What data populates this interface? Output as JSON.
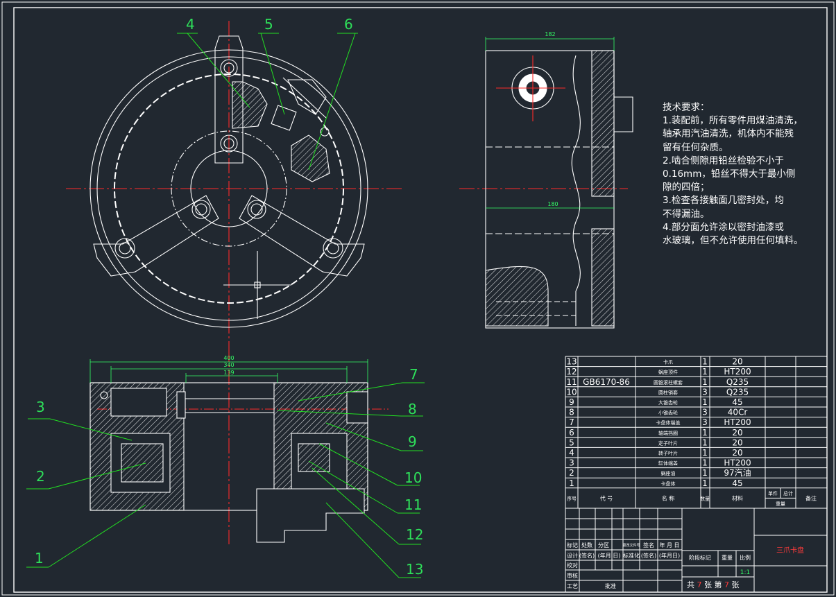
{
  "balloons": {
    "top": [
      "4",
      "5",
      "6"
    ],
    "bottom_left": [
      "3",
      "2",
      "1"
    ],
    "bottom_right": [
      "7",
      "8",
      "9",
      "10",
      "11",
      "12",
      "13"
    ]
  },
  "dimensions": {
    "side_top": "182",
    "side_mid": "180",
    "front_outer": "400",
    "front_mid": "340",
    "front_inner": "139"
  },
  "tech_requirements": {
    "title": "技术要求：",
    "lines": [
      "1.装配前，所有零件用煤油清洗，",
      "轴承用汽油清洗，机体内不能残",
      "留有任何杂质。",
      "2.啮合侧隙用铅丝检验不小于",
      "0.16mm，铅丝不得大于最小侧",
      "隙的四倍；",
      "3.检查各接触面几密封处，均",
      "不得漏油。",
      "4.部分面允许涂以密封油漆或",
      "水玻璃，但不允许使用任何填料。"
    ]
  },
  "bom": {
    "rows": [
      {
        "no": "13",
        "code": "",
        "name": "卡爪",
        "qty": "1",
        "material": "20"
      },
      {
        "no": "12",
        "code": "",
        "name": "蜗座顶件",
        "qty": "1",
        "material": "HT200"
      },
      {
        "no": "11",
        "code": "GB6170-86",
        "name": "圆锥滚柱螺套",
        "qty": "1",
        "material": "Q235"
      },
      {
        "no": "10",
        "code": "",
        "name": "圆柱销套",
        "qty": "3",
        "material": "Q235"
      },
      {
        "no": "9",
        "code": "",
        "name": "大锥齿轮",
        "qty": "1",
        "material": "45"
      },
      {
        "no": "8",
        "code": "",
        "name": "小锥齿轮",
        "qty": "3",
        "material": "40Cr"
      },
      {
        "no": "7",
        "code": "",
        "name": "卡盘体端盖",
        "qty": "3",
        "material": "HT200"
      },
      {
        "no": "6",
        "code": "",
        "name": "轴端挡圈",
        "qty": "1",
        "material": "20"
      },
      {
        "no": "5",
        "code": "",
        "name": "定子叶片",
        "qty": "1",
        "material": "20"
      },
      {
        "no": "4",
        "code": "",
        "name": "转子叶片",
        "qty": "1",
        "material": "20"
      },
      {
        "no": "3",
        "code": "",
        "name": "缸体端盖",
        "qty": "1",
        "material": "HT200"
      },
      {
        "no": "2",
        "code": "",
        "name": "蜗座油",
        "qty": "1",
        "material": "97汽油"
      },
      {
        "no": "1",
        "code": "",
        "name": "卡盘体",
        "qty": "1",
        "material": "45"
      }
    ],
    "header": {
      "no": "序号",
      "code": "代  号",
      "name": "名    称",
      "qty": "数量",
      "material": "材料",
      "single": "单件",
      "total": "总计",
      "weight": "重量",
      "remark": "备注"
    }
  },
  "title_block": {
    "labels": [
      "标记",
      "处数",
      "分区",
      "更改文件号",
      "签名",
      "年 月 日"
    ],
    "design": [
      "设计",
      "(签名)",
      "(年月 日)",
      "标准化",
      "(签名)",
      "(年月日)"
    ],
    "check": "校对",
    "review": "审核",
    "process": "工艺",
    "approve": "批准",
    "stage_mark": "阶段标记",
    "weight": "重量",
    "scale": "比例",
    "scale_value": "1:1",
    "drawing_name": "三爪卡盘",
    "sheets_pre": "共",
    "sheets_total": "7",
    "sheets_mid": "张 第",
    "sheet_no": "7",
    "sheets_post": "张"
  },
  "colors": {
    "background": "#212830",
    "line": "#ffffff",
    "center": "#ff2a2a",
    "leader": "#22e022",
    "dimension": "#33ff66",
    "text_green": "#2ee05a",
    "accent_red": "#ff3b3b"
  }
}
